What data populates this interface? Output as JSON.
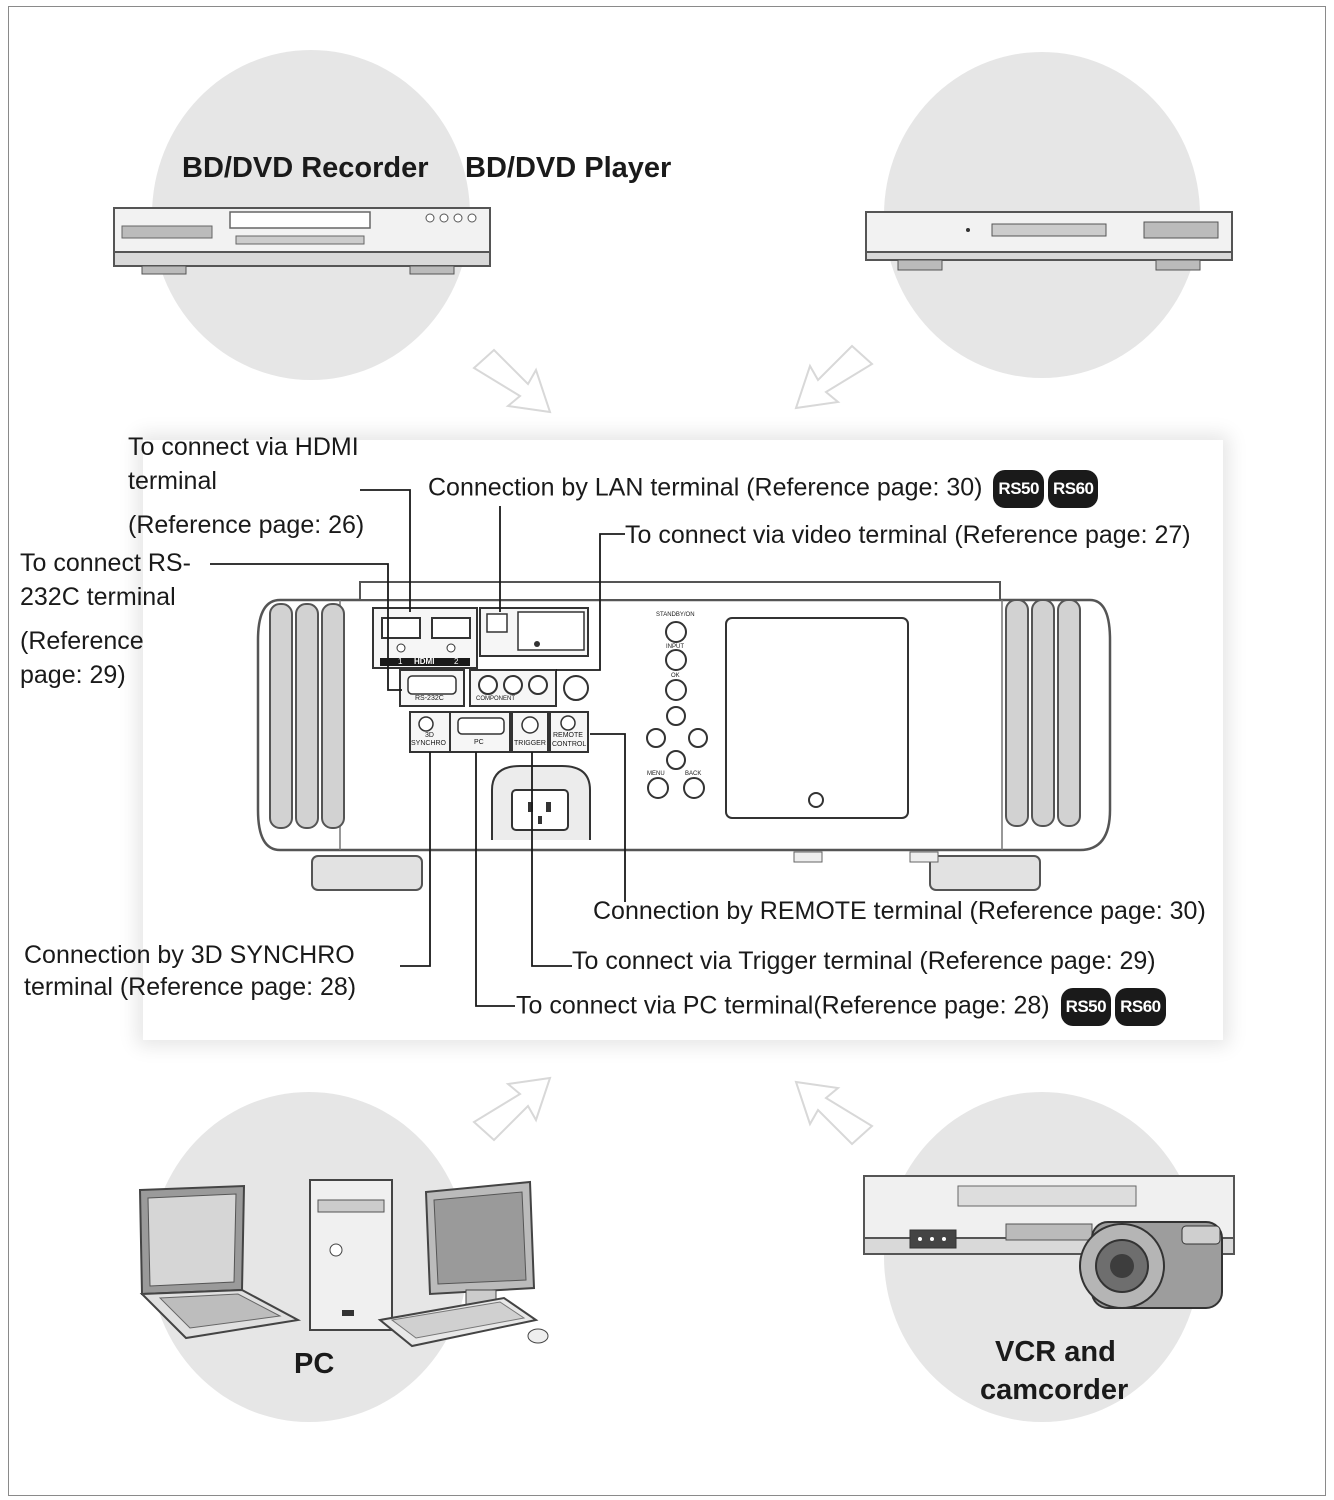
{
  "devices": {
    "bd_recorder": "BD/DVD Recorder",
    "bd_player": "BD/DVD Player",
    "pc": "PC",
    "vcr_line1": "VCR and",
    "vcr_line2": "camcorder"
  },
  "labels": {
    "hdmi_1": "To connect via HDMI",
    "hdmi_2": "terminal",
    "hdmi_3": "(Reference page: 26)",
    "rs232_1": "To connect RS-",
    "rs232_2": "232C terminal",
    "rs232_3": "(Reference",
    "rs232_4": "page: 29)",
    "lan": "Connection by LAN terminal (Reference page: 30)",
    "video": "To connect via video terminal (Reference page: 27)",
    "remote": "Connection by REMOTE terminal (Reference page: 30)",
    "sync_1": "Connection by 3D SYNCHRO",
    "sync_2": "terminal (Reference page: 28)",
    "trigger": "To connect via Trigger terminal (Reference page: 29)",
    "pc_term": "To connect via PC terminal(Reference page: 28)"
  },
  "badges": {
    "rs50": "RS50",
    "rs60": "RS60"
  },
  "panel_labels": {
    "hdmi": "HDMI",
    "hdmi_1": "1",
    "hdmi_2": "2",
    "rs232": "RS-232C",
    "component": "COMPONENT",
    "sync_1": "3D",
    "sync_2": "SYNCHRO",
    "pc": "PC",
    "trigger": "TRIGGER",
    "remote_1": "REMOTE",
    "remote_2": "CONTROL",
    "standby": "STANDBY/ON",
    "input": "INPUT",
    "ok": "OK",
    "menu": "MENU",
    "back": "BACK"
  },
  "colors": {
    "circle": "#e6e6e6",
    "line": "#1a1a1a",
    "badge": "#1a1a1a"
  }
}
